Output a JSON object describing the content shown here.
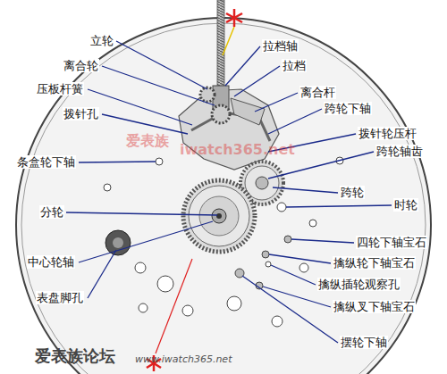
{
  "diagram": {
    "labels": [
      "立轮",
      "离合轮",
      "压板杆簧",
      "拨针孔",
      "条盒轮下轴",
      "分轮",
      "中心轮轴",
      "表盘脚孔",
      "拉档轴",
      "拉档",
      "离合杆",
      "跨轮下轴",
      "拨针轮压杆",
      "跨轮轴齿",
      "跨轮",
      "时轮",
      "四轮下轴宝石",
      "擒纵轮下轴宝石",
      "擒纵插轮观察孔",
      "擒纵叉下轴宝石",
      "摆轮下轴",
      "爱表族论坛",
      "www.iwatch365.net",
      "爱表族",
      "iwatch365.net"
    ]
  }
}
